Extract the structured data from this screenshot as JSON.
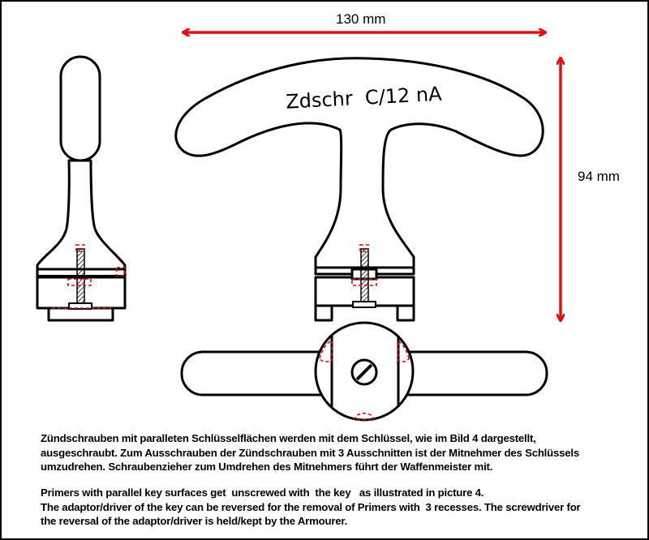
{
  "dimensions": {
    "width": "130 mm",
    "height": "94 mm"
  },
  "engraving": "Zdschr  C/12 nA",
  "captions": {
    "german": [
      "Zündschrauben mit paralleten Schlüsselflächen werden mit dem Schlüssel, wie im Bild 4 dargestellt,",
      "ausgeschraubt. Zum Ausschrauben der Zündschrauben mit 3 Ausschnitten ist der Mitnehmer des Schlüssels",
      "umzudrehen. Schraubenzieher zum Umdrehen des Mitnehmers führt der Waffenmeister mit."
    ],
    "english": [
      "Primers with parallel key surfaces get  unscrewed with  the key   as illustrated in picture 4.",
      "The adaptor/driver of the key can be reversed for the removal of Primers with  3 recesses. The screwdriver for",
      "the reversal of the adaptor/driver is held/kept by the Armourer."
    ]
  },
  "colors": {
    "arrow": "#e01010",
    "outline": "#000000",
    "hidden_lines": "#d01010"
  }
}
